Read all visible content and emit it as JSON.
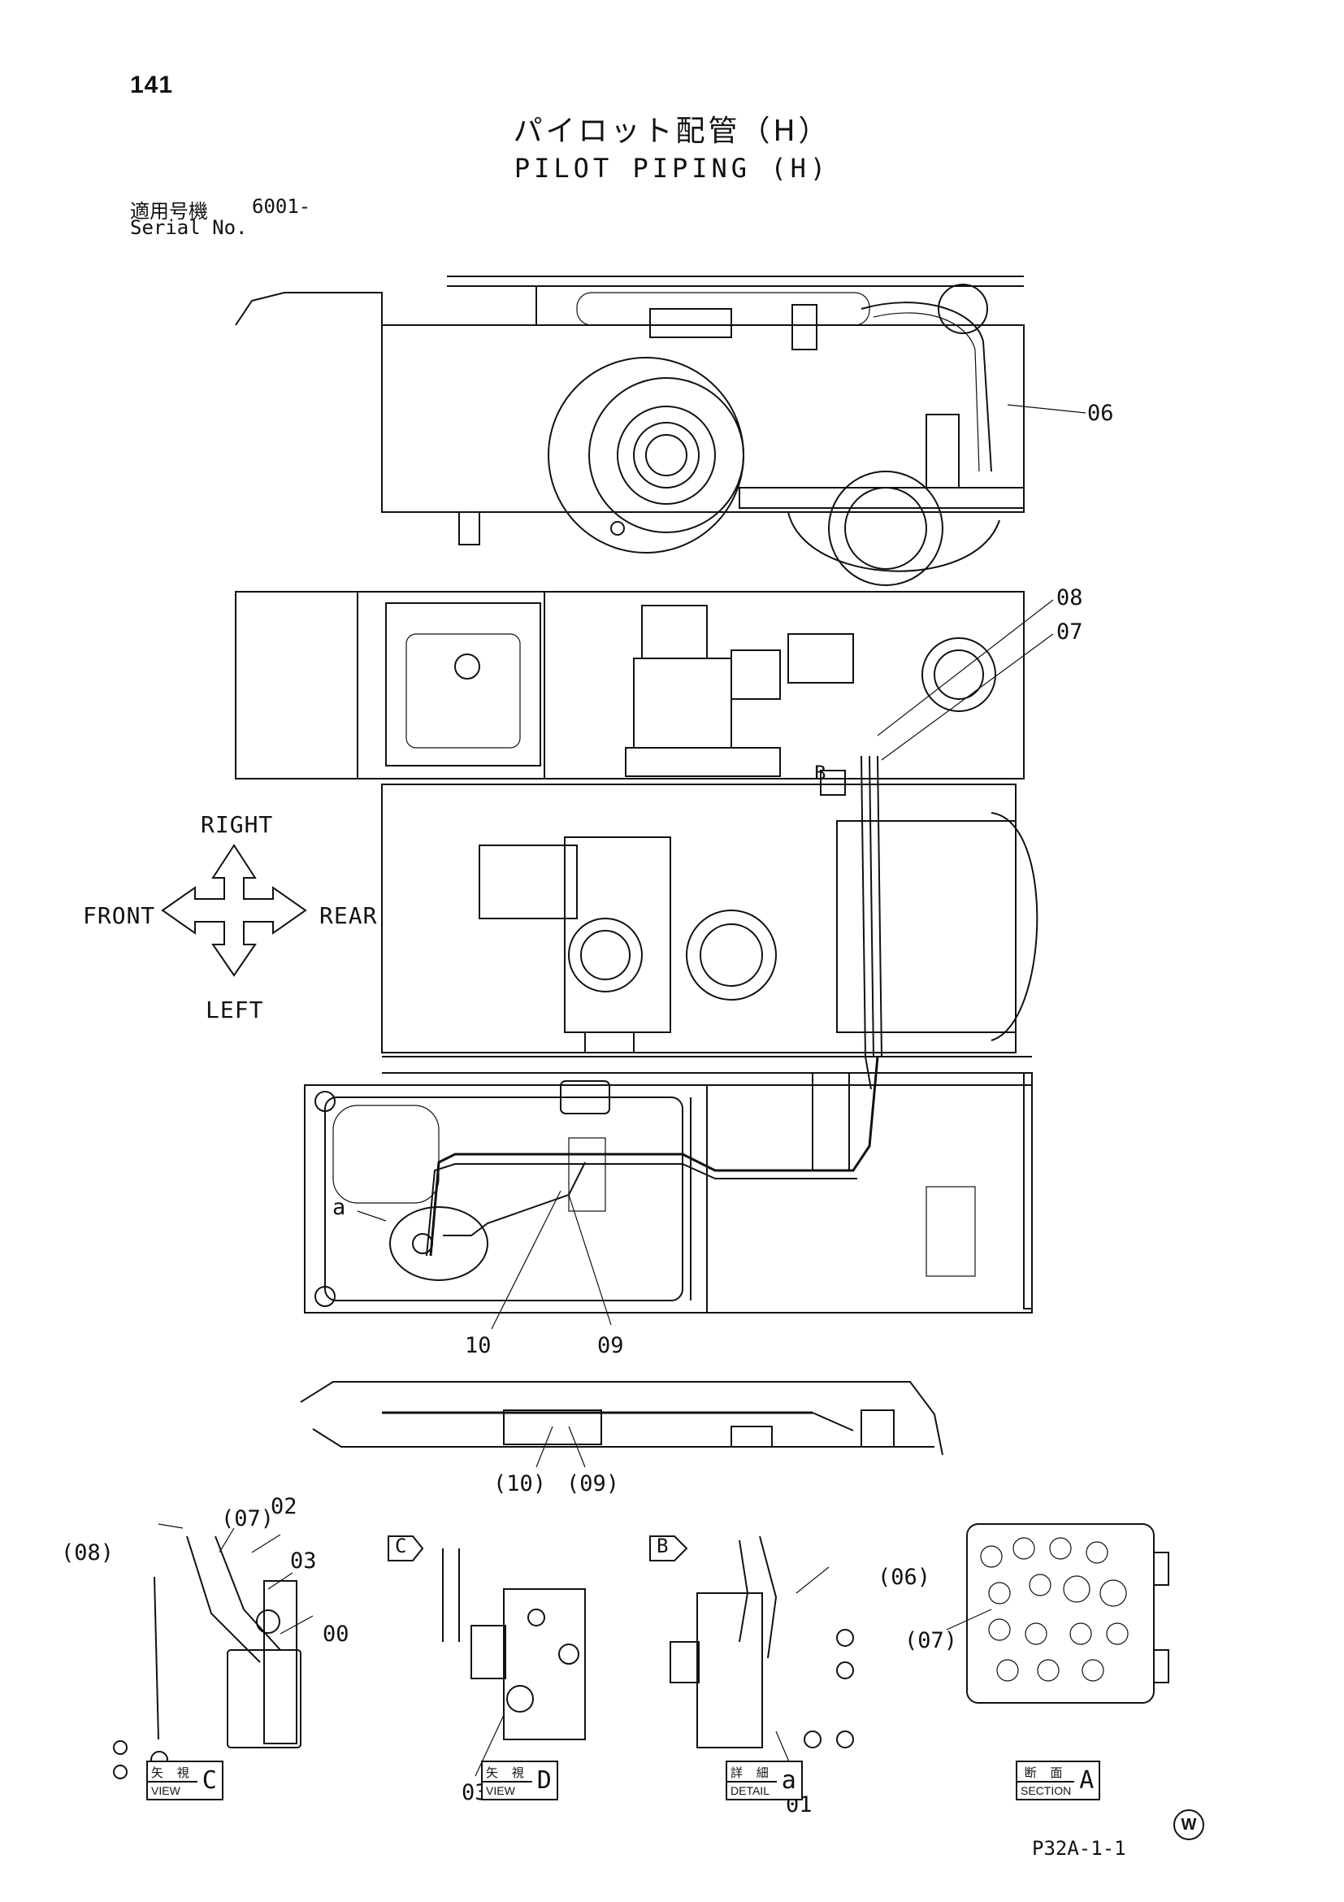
{
  "page_number": "141",
  "title_jp": "パイロット配管（H）",
  "title_en": "PILOT PIPING (H)",
  "serial_label_jp": "適用号機",
  "serial_value": "6001-",
  "serial_label_en": "Serial No.",
  "directions": {
    "right": "RIGHT",
    "front": "FRONT",
    "rear": "REAR",
    "left": "LEFT"
  },
  "callouts": {
    "c06": "06",
    "c08": "08",
    "c07": "07",
    "a": "a",
    "c10": "10",
    "c09": "09",
    "p10": "(10)",
    "p09": "(09)",
    "view_c_p08": "(08)",
    "view_c_p07": "(07)",
    "view_c_02": "02",
    "view_c_03": "03",
    "view_c_00": "00",
    "view_d_03": "03",
    "detail_a_p06": "(06)",
    "detail_a_01": "01",
    "section_a_p07": "(07)"
  },
  "view_markers": {
    "c": "C",
    "b": "B",
    "b_main": "B"
  },
  "captions": [
    {
      "top": "矢 視",
      "bottom": "VIEW",
      "letter": "C"
    },
    {
      "top": "矢 視",
      "bottom": "VIEW",
      "letter": "D"
    },
    {
      "top": "詳 細",
      "bottom": "DETAIL",
      "letter": "a"
    },
    {
      "top": "断 面",
      "bottom": "SECTION",
      "letter": "A"
    }
  ],
  "watermark": "W",
  "drawing_code": "P32A-1-1"
}
